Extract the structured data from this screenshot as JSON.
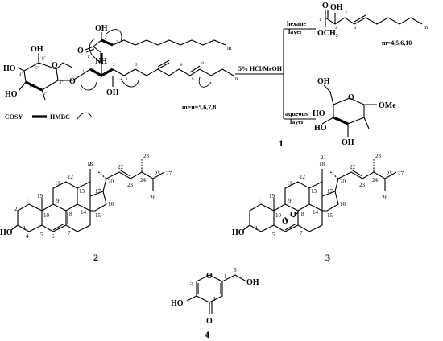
{
  "reaction": {
    "reagent": "5% HCl/MeOH",
    "hexane_layer_line1": "hexane",
    "hexane_layer_line2": "layer",
    "aqueous_layer_line1": "aqueous",
    "aqueous_layer_line2": "layer"
  },
  "compound1": {
    "label": "1",
    "chain_index": "m=n=5,6,7,8",
    "legend_cosy": "COSY",
    "legend_hmbc": "HMBC",
    "atoms": {
      "o_amide": "O",
      "oh_top": "OH",
      "nh": "NH",
      "oh_mid": "OH",
      "oh_sugar1": "OH",
      "ho_sugar2": "HO",
      "ho_sugar3": "HO",
      "o_ring": "O",
      "o_gly": "O",
      "sub_m": "m",
      "sub_n": "n"
    },
    "locants": [
      "1'",
      "2'",
      "3'",
      "1\"",
      "2\"",
      "3\"",
      "4\"",
      "5\"",
      "6\"",
      "1",
      "2",
      "3",
      "4",
      "5",
      "8",
      "9",
      "10"
    ]
  },
  "hexane_product": {
    "o_carbonyl": "O",
    "oh": "OH",
    "och3": "OCH₃",
    "sub_m": "m",
    "index": "m=4,5,6,10",
    "locants": [
      "1'",
      "2'",
      "3'",
      "4'"
    ]
  },
  "aqueous_product": {
    "oh_top": "OH",
    "o_ring": "O",
    "ome": "OMe",
    "ho1": "HO",
    "ho2": "HO",
    "oh_bottom": "OH"
  },
  "compound2": {
    "label": "2",
    "ho": "HO",
    "locants": [
      "1",
      "2",
      "3",
      "4",
      "5",
      "6",
      "7",
      "8",
      "9",
      "10",
      "11",
      "12",
      "13",
      "14",
      "15",
      "16",
      "17",
      "18",
      "19",
      "20",
      "21",
      "22",
      "23",
      "24",
      "25",
      "26",
      "27",
      "28"
    ]
  },
  "compound3": {
    "label": "3",
    "ho": "HO",
    "o1": "O",
    "o2": "O",
    "locants": [
      "1",
      "3",
      "5",
      "7",
      "8",
      "9",
      "10",
      "11",
      "12",
      "13",
      "14",
      "15",
      "16",
      "17",
      "18",
      "19",
      "20",
      "21",
      "22",
      "23",
      "24",
      "25",
      "26",
      "27",
      "28"
    ]
  },
  "compound4": {
    "label": "4",
    "o_ring": "O",
    "oh_right": "OH",
    "ho_left": "HO",
    "o_keto": "O",
    "locants": [
      "1",
      "3",
      "5",
      "6"
    ]
  }
}
